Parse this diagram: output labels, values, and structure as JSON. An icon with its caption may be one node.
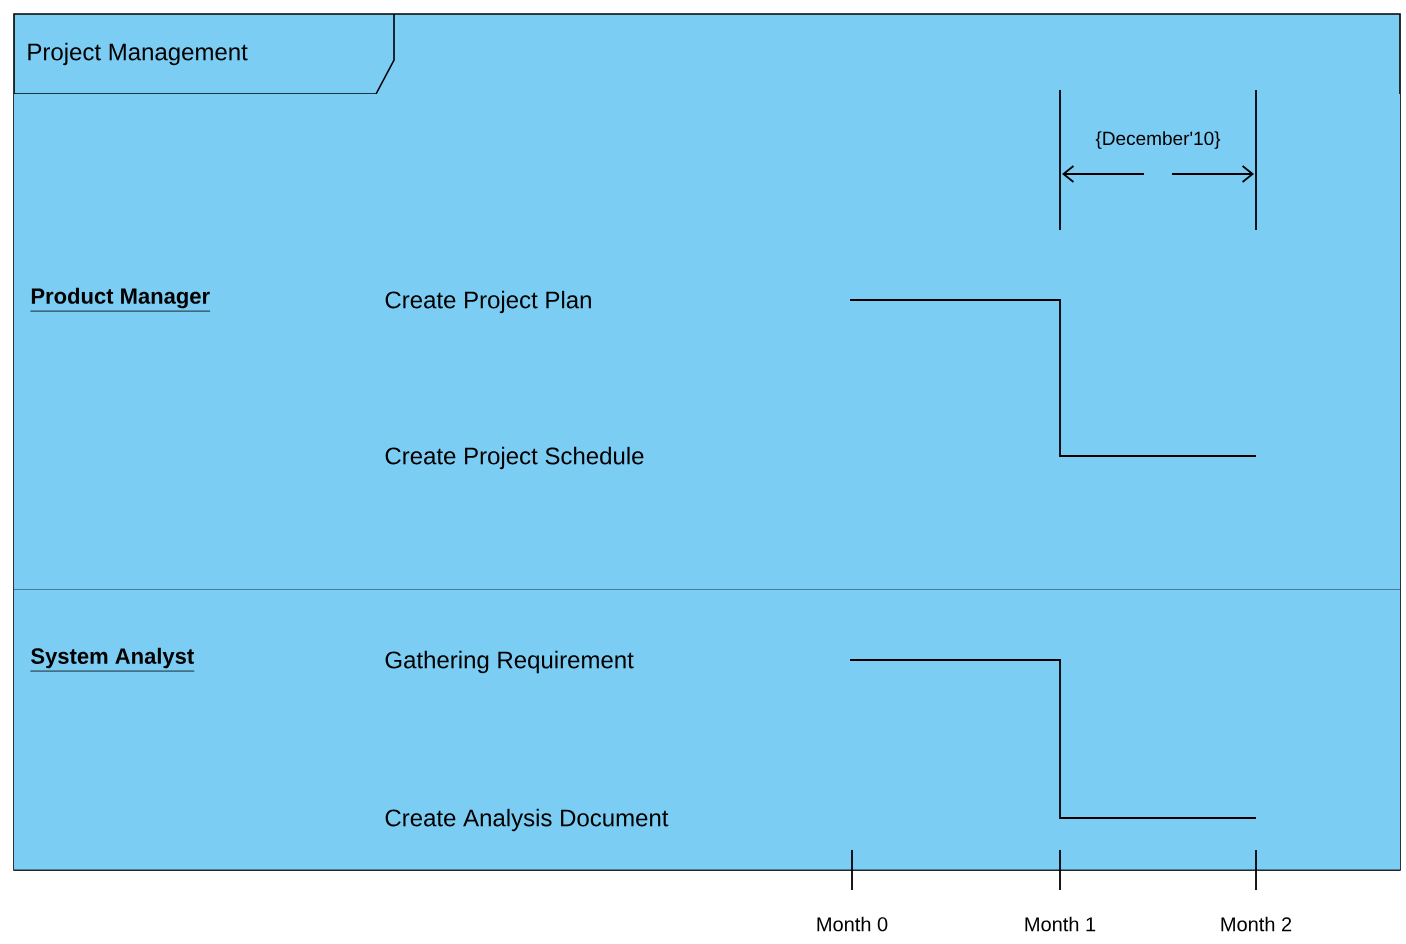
{
  "diagram": {
    "nodes": [
      {
        "text": [
          "Project Management"
        ]
      },
      {
        "text": [
          "Product Manager"
        ],
        "in": 0
      },
      {
        "text": [
          "System Analyst"
        ],
        "in": 0
      }
    ],
    "edges": [],
    "labels": [
      "{December'10}",
      "Create Project Plan",
      "Create Project Schedule",
      "Gathering Requirement",
      "Create Analysis Document",
      "Month 0",
      "Month 1",
      "Month 2"
    ]
  }
}
